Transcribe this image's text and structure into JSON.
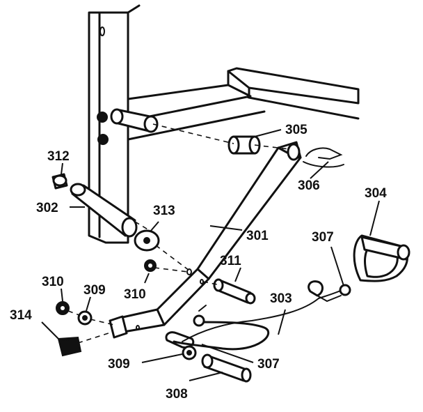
{
  "callouts": [
    {
      "id": "c301",
      "text": "301"
    },
    {
      "id": "c302",
      "text": "302"
    },
    {
      "id": "c303",
      "text": "303"
    },
    {
      "id": "c304",
      "text": "304"
    },
    {
      "id": "c305",
      "text": "305"
    },
    {
      "id": "c306",
      "text": "306"
    },
    {
      "id": "c307a",
      "text": "307"
    },
    {
      "id": "c307b",
      "text": "307"
    },
    {
      "id": "c308",
      "text": "308"
    },
    {
      "id": "c309a",
      "text": "309"
    },
    {
      "id": "c309b",
      "text": "309"
    },
    {
      "id": "c310a",
      "text": "310"
    },
    {
      "id": "c310b",
      "text": "310"
    },
    {
      "id": "c311",
      "text": "311"
    },
    {
      "id": "c312",
      "text": "312"
    },
    {
      "id": "c313",
      "text": "313"
    },
    {
      "id": "c314",
      "text": "314"
    }
  ]
}
